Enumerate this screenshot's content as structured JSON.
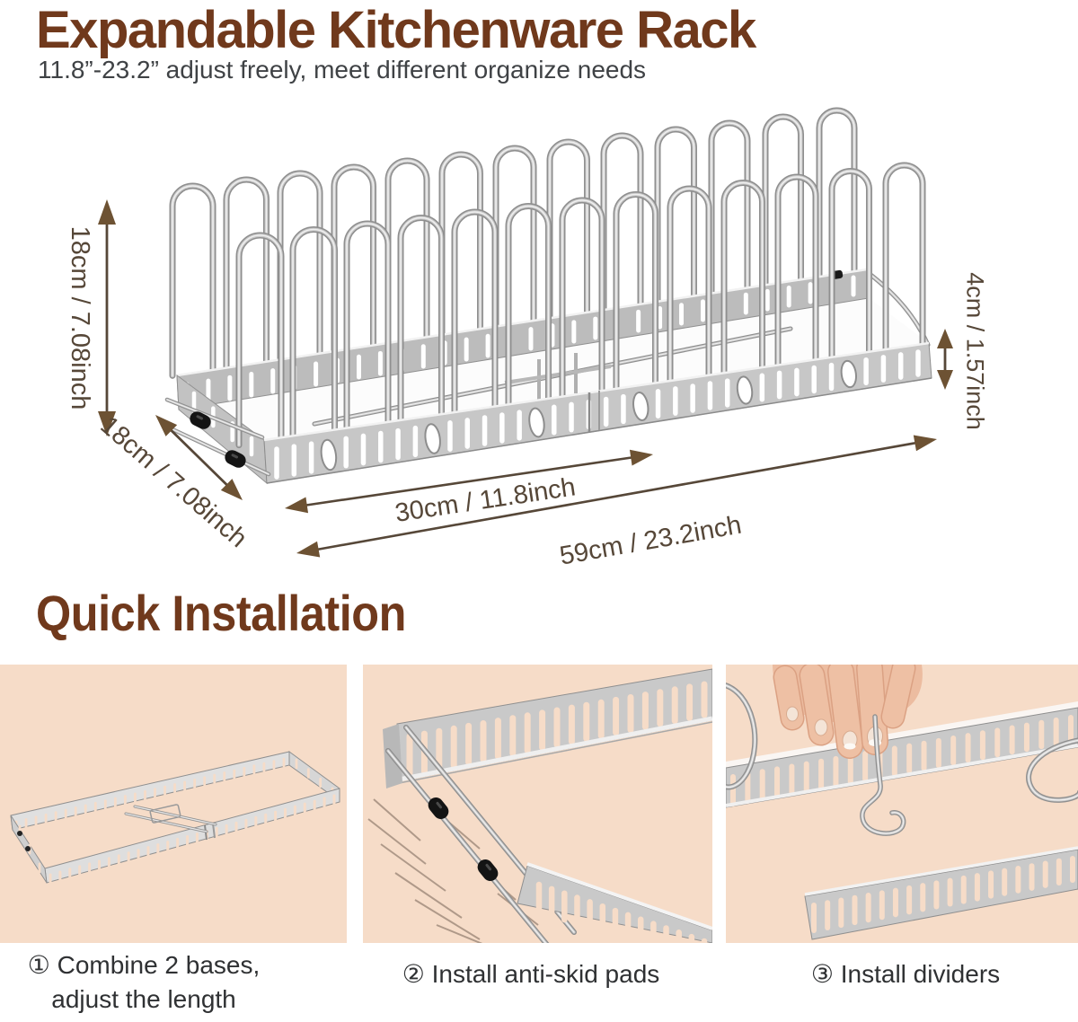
{
  "header": {
    "title": "Expandable Kitchenware Rack",
    "subtitle": "11.8”-23.2” adjust freely, meet different organize needs"
  },
  "diagram": {
    "labels": {
      "rack_height": "18cm / 7.08inch",
      "rack_depth": "18cm / 7.08inch",
      "base_height": "4cm / 1.57inch",
      "base_length_min": "30cm / 11.8inch",
      "base_length_max": "59cm / 23.2inch"
    }
  },
  "installation": {
    "heading": "Quick Installation",
    "steps": [
      {
        "number": "①",
        "text": "Combine 2 bases,",
        "text2": "adjust the length"
      },
      {
        "number": "②",
        "text": "Install anti-skid pads"
      },
      {
        "number": "③",
        "text": "Install dividers"
      }
    ]
  },
  "colors": {
    "heading_brown": "#70391c",
    "subtitle_gray": "#3f4245",
    "dimension_text": "#564738",
    "arrow_head": "#6d5233",
    "panel_peach": "#f6dcc8",
    "caption_gray": "#2f3133",
    "metal_gray": "#c7c7c7",
    "pad_black": "#141414"
  }
}
